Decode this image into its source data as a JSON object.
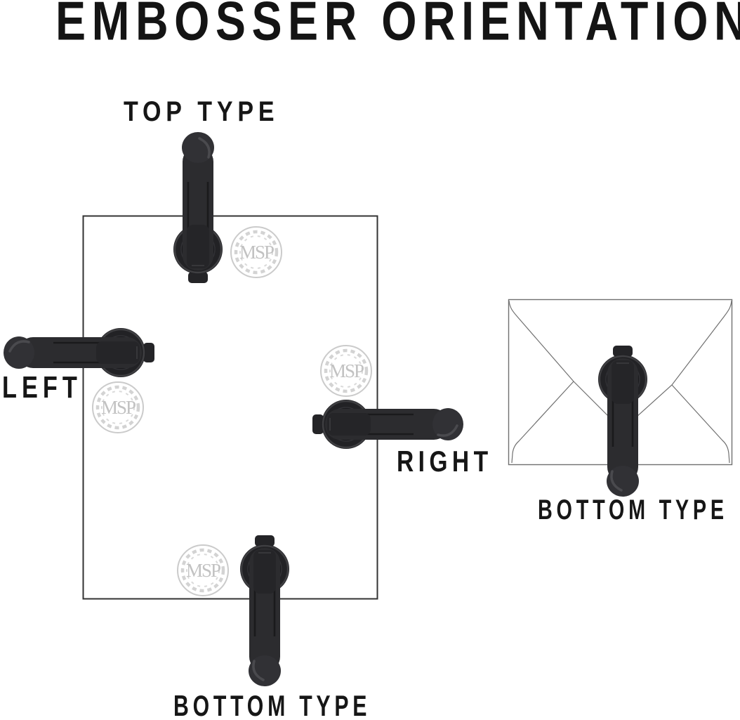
{
  "title": "EMBOSSER ORIENTATION",
  "watermark": {
    "text": "MSP"
  },
  "labels": {
    "top": "TOP TYPE",
    "left": "LEFT",
    "right": "RIGHT",
    "bottom": "BOTTOM TYPE",
    "envelope_bottom": "BOTTOM TYPE"
  },
  "embossers": [
    {
      "id": "top",
      "label": "TOP TYPE",
      "handle_direction": "up",
      "placed_on": "paper top edge"
    },
    {
      "id": "left",
      "label": "LEFT",
      "handle_direction": "left",
      "placed_on": "paper left edge"
    },
    {
      "id": "right",
      "label": "RIGHT",
      "handle_direction": "right",
      "placed_on": "paper right edge"
    },
    {
      "id": "bottom",
      "label": "BOTTOM TYPE",
      "handle_direction": "down",
      "placed_on": "paper bottom edge"
    },
    {
      "id": "envelope-bottom",
      "label": "BOTTOM TYPE",
      "handle_direction": "down",
      "placed_on": "envelope center"
    }
  ],
  "colors": {
    "background": "#ffffff",
    "text": "#161616",
    "embosser_body": "#2c2c2f",
    "embosser_head": "#222225",
    "paper_outline": "#333333",
    "envelope_outline": "#707070",
    "watermark_gray": "#c9c9c9"
  }
}
